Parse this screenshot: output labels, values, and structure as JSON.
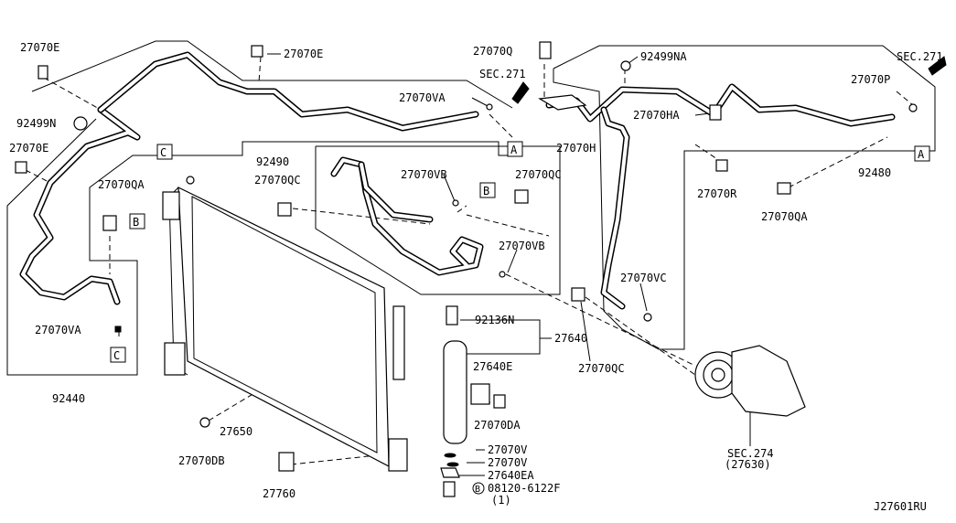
{
  "diagram_code": "J27601RU",
  "callouts": {
    "p27070E_left": "27070E",
    "p27070E_top": "27070E",
    "p92499N": "92499N",
    "p27070E_mid": "27070E",
    "p27070QA_left": "27070QA",
    "p27070VA_left": "27070VA",
    "p92440": "92440",
    "p27070VA_top": "27070VA",
    "p92490": "92490",
    "p27070QC_left": "27070QC",
    "p27070VB_top": "27070VB",
    "p27070QC_mid": "27070QC",
    "p27070VB_mid": "27070VB",
    "p27070Q": "27070Q",
    "sec271_mid": "SEC.271",
    "p92499NA": "92499NA",
    "sec271_right": "SEC.271",
    "p27070P": "27070P",
    "p27070HA": "27070HA",
    "p27070H": "27070H",
    "p27070R": "27070R",
    "p92480": "92480",
    "p27070QA_right": "27070QA",
    "p27070VC": "27070VC",
    "p27070QC_right": "27070QC",
    "p92136N": "92136N",
    "p27640": "27640",
    "p27640E": "27640E",
    "p27070DA": "27070DA",
    "p27650": "27650",
    "p27070DB": "27070DB",
    "p27760": "27760",
    "p27070V_1": "27070V",
    "p27070V_2": "27070V",
    "p27640EA": "27640EA",
    "bolt_marker": "B",
    "p08120": "08120-6122F",
    "p08120_qty": "(1)",
    "sec274": "SEC.274",
    "sec274_sub": "(27630)"
  },
  "reference_boxes": {
    "A": "A",
    "B": "B",
    "C": "C"
  }
}
